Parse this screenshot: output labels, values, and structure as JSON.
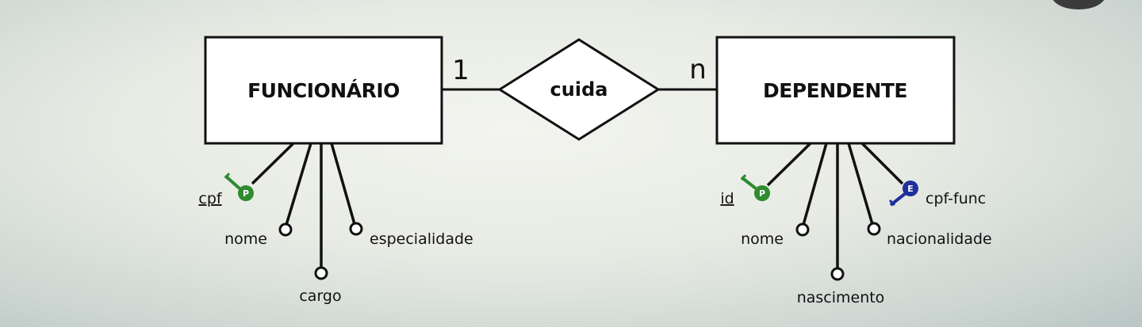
{
  "diagram": {
    "entities": {
      "left": {
        "label": "FUNCIONÁRIO"
      },
      "right": {
        "label": "DEPENDENTE"
      }
    },
    "relationship": {
      "label": "cuida"
    },
    "cardinality": {
      "left": "1",
      "right": "n"
    },
    "attributes": {
      "left": {
        "key": "cpf",
        "nome": "nome",
        "cargo": "cargo",
        "especialidade": "especialidade"
      },
      "right": {
        "key": "id",
        "nome": "nome",
        "nascimento": "nascimento",
        "nacionalidade": "nacionalidade",
        "foreign": "cpf-func"
      }
    },
    "key_badges": {
      "primary": {
        "letter": "P",
        "color": "#2e8b2e"
      },
      "foreign": {
        "letter": "E",
        "color": "#1f2f9c"
      }
    }
  }
}
